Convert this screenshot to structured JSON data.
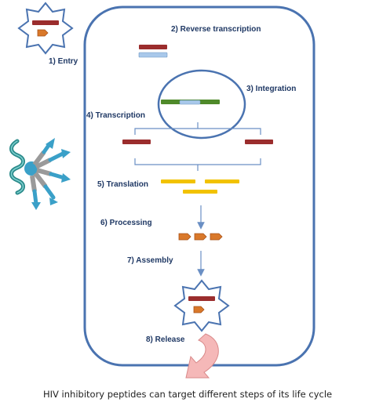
{
  "steps": {
    "entry": "1) Entry",
    "reverse_transcription": "2) Reverse transcription",
    "integration": "3) Integration",
    "transcription": "4) Transcription",
    "translation": "5) Translation",
    "processing": "6) Processing",
    "assembly": "7) Assembly",
    "release": "8) Release"
  },
  "caption": "HIV inhibitory peptides can target different steps of its life cycle",
  "colors": {
    "cell_border": "#4a73b0",
    "rna": "#9b2d2d",
    "dna": "#a8c8ea",
    "host_dna": "#4f8a2a",
    "protein": "#f2c200",
    "peptide": "#d9782a",
    "receptor": "#3aa0c8",
    "helix": "#2a8a8a",
    "release_arrow": "#f5b8b8"
  }
}
